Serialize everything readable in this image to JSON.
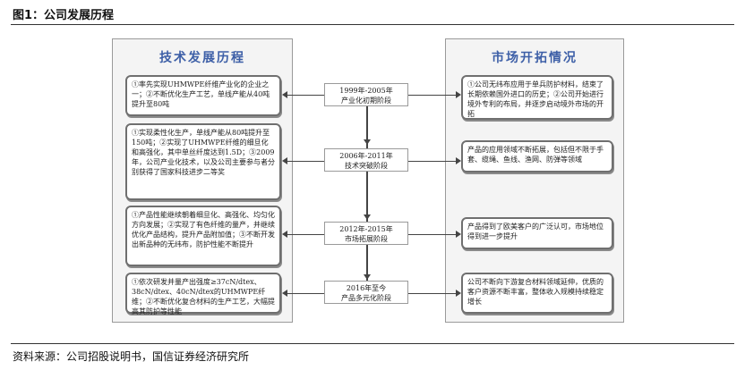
{
  "figure_title": "图1：公司发展历程",
  "source": "资料来源：公司招股说明书，国信证券经济研究所",
  "left_panel": {
    "title": "技术发展历程",
    "items": [
      "①率先实现UHMWPE纤维产业化的企业之一；②不断优化生产工艺，单线产能从40吨提升至80吨",
      "①实现柔性化生产，单线产能从80吨提升至150吨；②实现了UHMWPE纤维的细旦化和高强化，其中单丝纤度达到1.5D；③2009年，公司产业化技术，以及公司主要参与者分别获得了国家科技进步二等奖",
      "①产品性能继续朝着细旦化、高强化、均匀化方向发展；②实现了有色纤维的量产，并继续优化产品结构，提升产品附加值；③不断开发出新品种的无纬布，防护性能不断提升",
      "①依次研发并量产出强度≥37cN/dtex、38cN/dtex、40cN/dtex的UHMWPE纤维；②不断优化复合材料的生产工艺，大幅提高其防护等性能"
    ]
  },
  "right_panel": {
    "title": "市场开拓情况",
    "items": [
      "①公司无纬布应用于单兵防护材料，结束了长期依赖国外进口的历史；②公司开始进行境外专利的布局，并逐步启动境外市场的开拓",
      "产品的应用领域不断拓展，包括但不限于手套、缆绳、鱼线、渔网、防弹等领域",
      "产品得到了欧美客户的广泛认可，市场地位得到进一步提升",
      "公司不断向下游复合材料领域延伸，优质的客户资源不断丰富，整体收入规模持续稳定增长"
    ]
  },
  "stages": [
    {
      "period": "1999年-2005年",
      "name": "产业化初期阶段"
    },
    {
      "period": "2006年-2011年",
      "name": "技术突破阶段"
    },
    {
      "period": "2012年-2015年",
      "name": "市场拓展阶段"
    },
    {
      "period": "2016年至今",
      "name": "产品多元化阶段"
    }
  ]
}
